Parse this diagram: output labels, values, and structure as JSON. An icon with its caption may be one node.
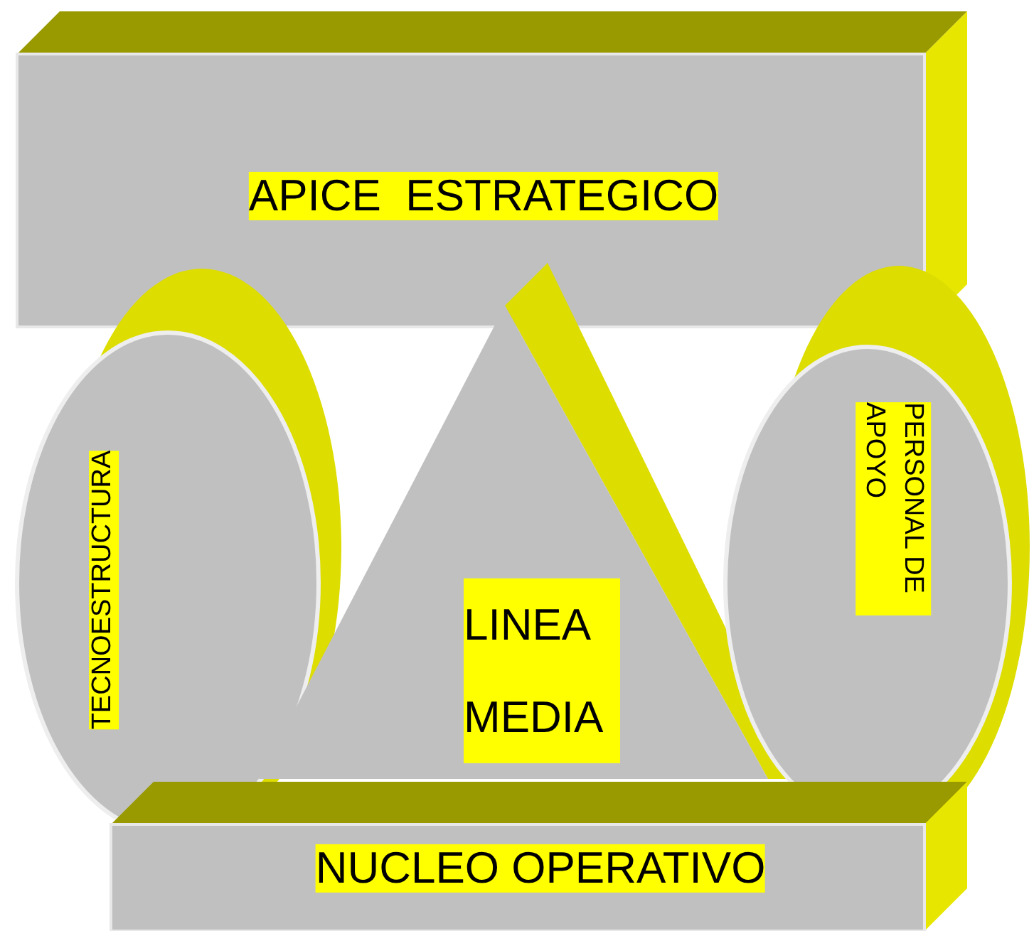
{
  "diagram": {
    "nodes": [
      {
        "text": [
          "APICE  ESTRATEGICO"
        ]
      },
      {
        "text": [
          "TECNOESTRUCTURA"
        ]
      },
      {
        "text": [
          "LINEA MEDIA"
        ]
      },
      {
        "text": [
          "PERSONAL DE APOYO"
        ]
      },
      {
        "text": [
          "NUCLEO OPERATIVO"
        ]
      }
    ]
  }
}
